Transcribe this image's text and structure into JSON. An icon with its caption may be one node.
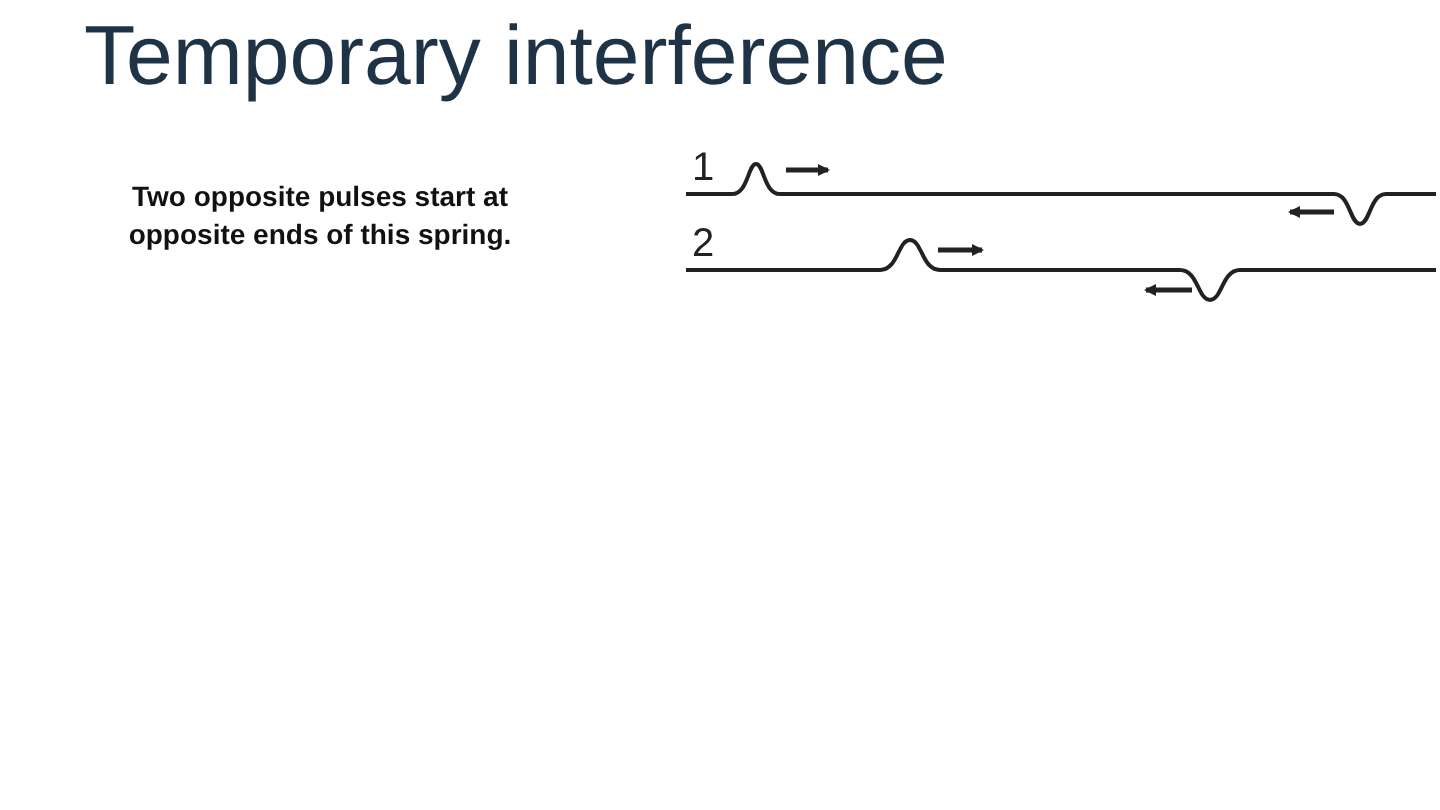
{
  "diagram": {
    "title": "Temporary interference",
    "labels": [
      "Two opposite pulses start at opposite ends of this spring.",
      "1",
      "2"
    ]
  }
}
